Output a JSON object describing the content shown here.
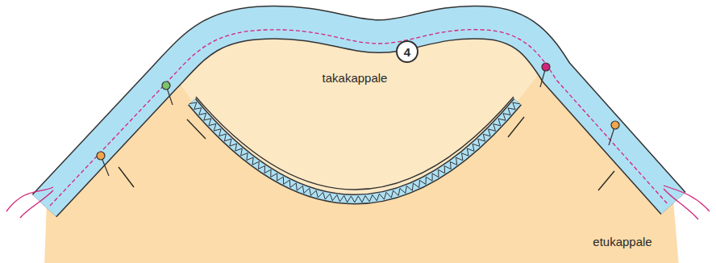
{
  "diagram": {
    "labels": [
      "takakappale",
      "4",
      "etukappale"
    ]
  }
}
